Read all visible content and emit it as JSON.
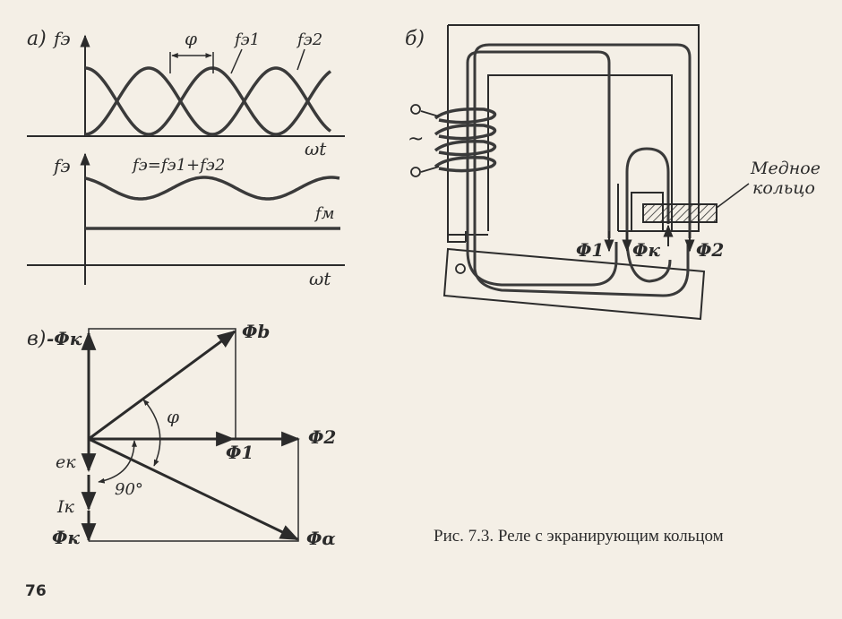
{
  "panel_a": {
    "label": "а)",
    "axis_y_top": "fэ",
    "axis_y_bottom": "fэ",
    "axis_x_top": "ωt",
    "axis_x_bottom": "ωt",
    "phase_label": "φ",
    "curve1_label": "fэ1",
    "curve2_label": "fэ2",
    "sum_formula": "fэ=fэ1+fэ2",
    "holding_label": "fм"
  },
  "panel_b": {
    "label": "б)",
    "supply_symbol": "~",
    "ring_label_line1": "Медное",
    "ring_label_line2": "кольцо",
    "flux1": "Φ1",
    "flux_k": "Φк",
    "flux2": "Φ2"
  },
  "panel_c": {
    "label": "в)",
    "minus_phi_k": "-Φк",
    "phi_b": "Φb",
    "phi_angle": "φ",
    "phi_1": "Φ1",
    "phi_2": "Φ2",
    "e_k": "eк",
    "angle_90": "90°",
    "i_k": "Iк",
    "phi_k": "Φк",
    "phi_alpha": "Φα"
  },
  "caption": "Рис. 7.3. Реле с экранирующим кольцом",
  "page_number": "76"
}
